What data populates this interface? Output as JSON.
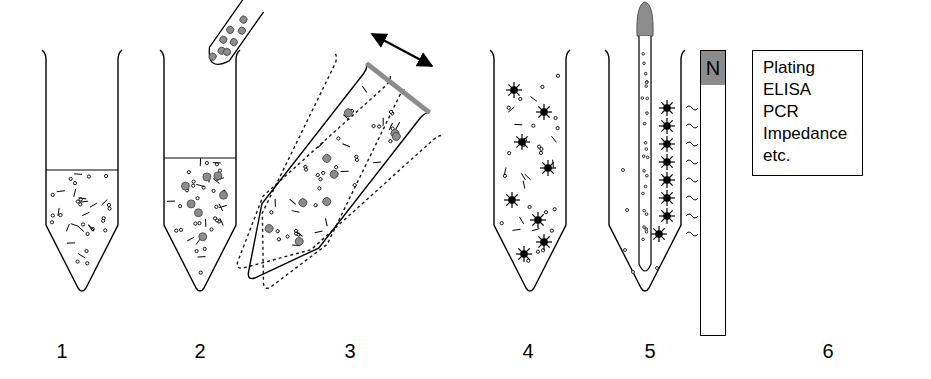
{
  "diagram": {
    "nodes": [
      {
        "text": [
          "N"
        ]
      },
      {
        "text": [
          "Plating",
          "ELISA",
          "PCR",
          "Impedance",
          "etc."
        ]
      }
    ],
    "labels": [
      "1",
      "2",
      "3",
      "4",
      "5",
      "6"
    ]
  }
}
